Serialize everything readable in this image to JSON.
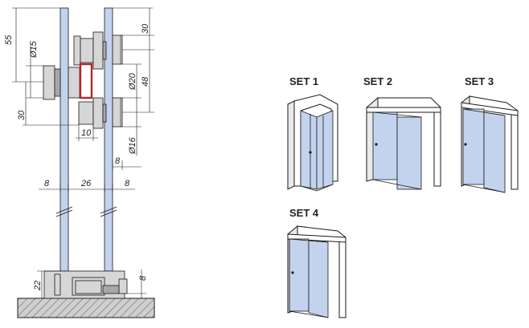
{
  "dimensions": {
    "d55": "55",
    "d30_top": "30",
    "d15": "Ø15",
    "d20": "Ø20",
    "d48": "48",
    "d30_left": "30",
    "d10": "10",
    "d16": "Ø16",
    "d8_right_small": "8",
    "d8_left": "8",
    "d26": "26",
    "d8_right": "8",
    "d22": "22",
    "d8_bottom": "8"
  },
  "sets": [
    {
      "label": "SET 1"
    },
    {
      "label": "SET 2"
    },
    {
      "label": "SET 3"
    },
    {
      "label": "SET 4"
    }
  ],
  "colors": {
    "glass": "#c3d3ee",
    "highlight": "#b3262b",
    "floor_hatch": "#8a8a8a"
  }
}
